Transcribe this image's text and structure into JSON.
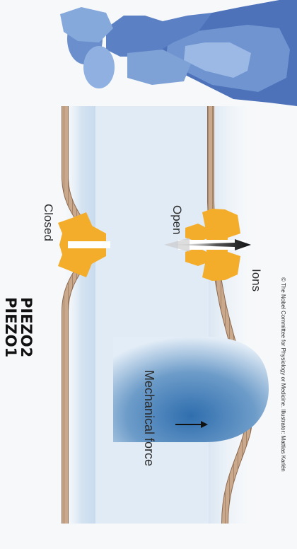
{
  "labels": {
    "piezo1": "PIEZO1",
    "piezo2": "PIEZO2",
    "closed": "Closed",
    "open": "Open",
    "ions": "Ions",
    "force": "Mechanical force"
  },
  "credit": "© The Nobel Committee for Physiology or Medicine. Illustrator: Mattias Karlén",
  "colors": {
    "channel": "#f3ad2b",
    "membrane": "#b89375",
    "membrane_dark": "#8d6b52",
    "force_blue": "#2f6eae",
    "figure_blue": "#5f86c8"
  }
}
